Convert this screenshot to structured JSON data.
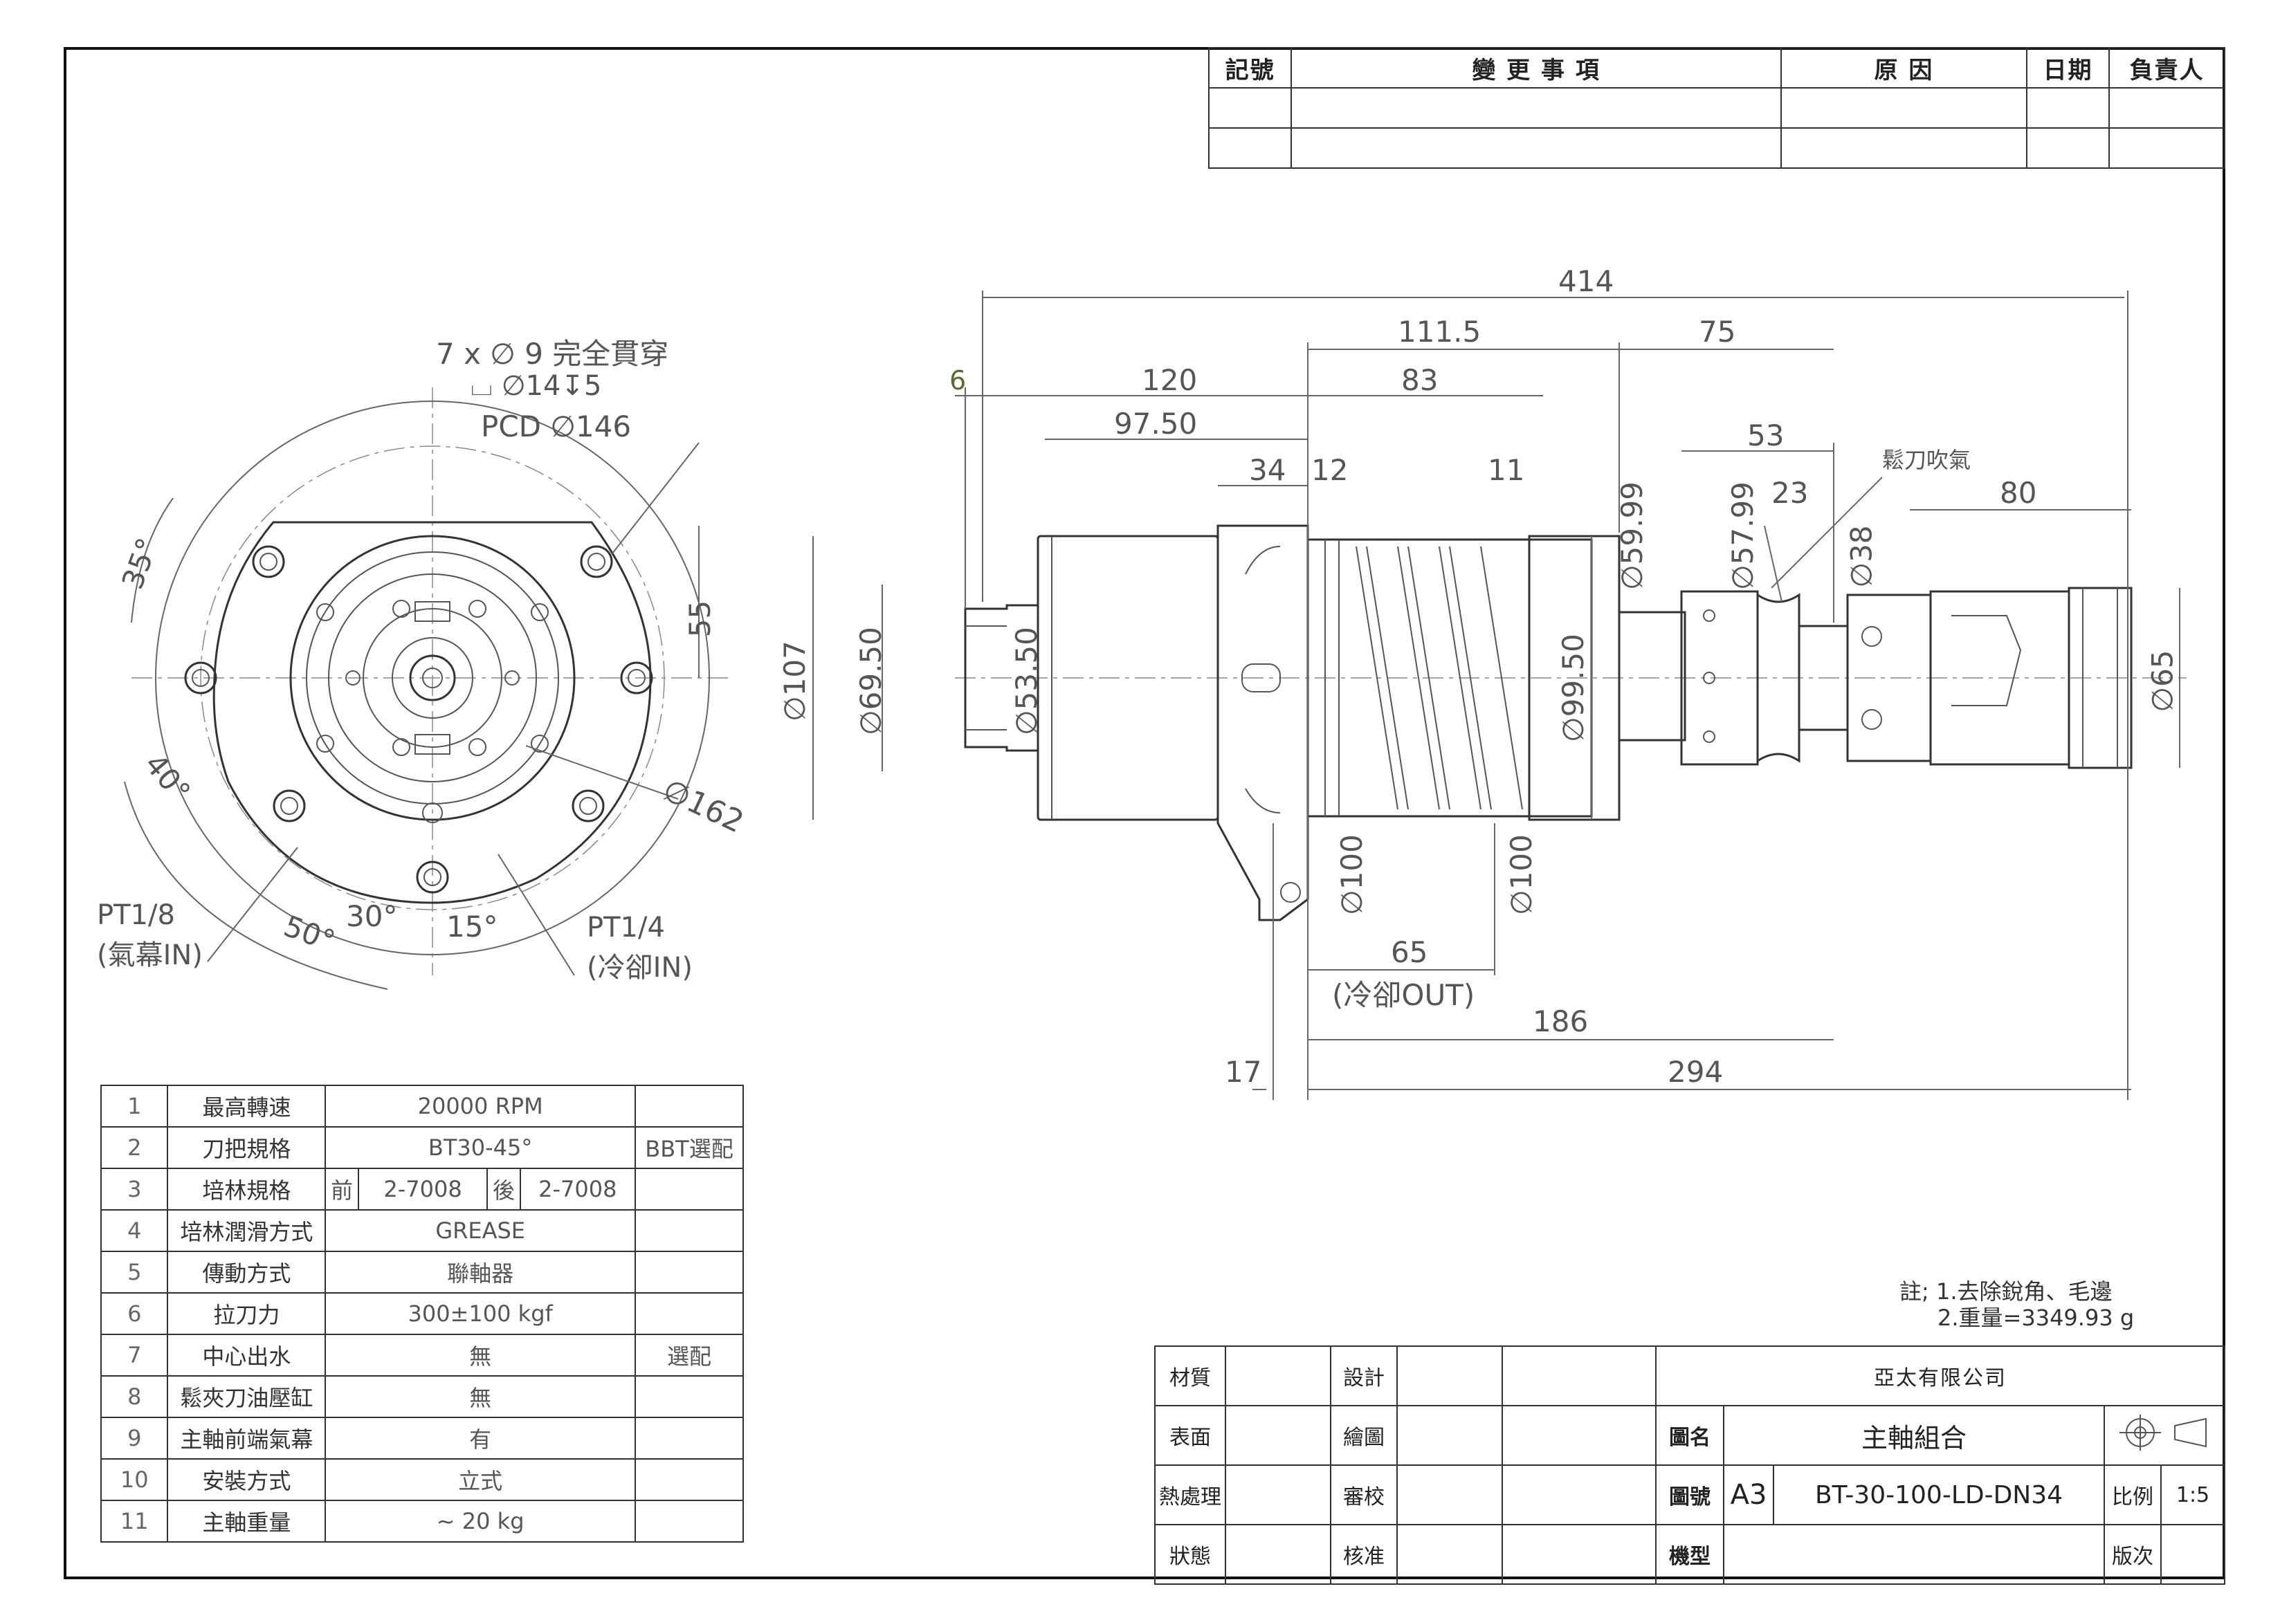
{
  "revision_table": {
    "headers": [
      "記號",
      "變 更 事 項",
      "原 因",
      "日期",
      "負責人"
    ]
  },
  "front_view": {
    "callouts": {
      "holes": "7 x ∅ 9 完全貫穿",
      "cbore": "⌴ ∅14↧5",
      "pcd": "PCD ∅146",
      "angle_35": "35°",
      "angle_40": "40°",
      "angle_50": "50°",
      "angle_30": "30°",
      "angle_15": "15°",
      "dim_55": "55",
      "dia_162": "∅162",
      "pt18": "PT1/8",
      "pt18_sub": "(氣幕IN)",
      "pt14": "PT1/4",
      "pt14_sub": "(冷卻IN)"
    }
  },
  "side_view": {
    "dims": {
      "d414": "414",
      "d111_5": "111.5",
      "d75": "75",
      "d6": "6",
      "d120": "120",
      "d83": "83",
      "d97_50": "97.50",
      "d53": "53",
      "d34": "34",
      "d12": "12",
      "d11": "11",
      "d23": "23",
      "d80": "80",
      "dia107": "∅107",
      "dia69_50": "∅69.50",
      "dia53_50": "∅53.50",
      "dia59_99": "∅59.99",
      "dia57_99": "∅57.99",
      "dia38": "∅38",
      "dia99_50": "∅99.50",
      "dia65": "∅65",
      "dia100a": "∅100",
      "dia100b": "∅100",
      "d65": "65",
      "coolant_out": "(冷卻OUT)",
      "d186": "186",
      "d17": "17",
      "d294": "294",
      "air_blow": "鬆刀吹氣"
    }
  },
  "spec_table": {
    "rows": [
      {
        "no": "1",
        "item": "最高轉速",
        "value": "20000 RPM",
        "note": ""
      },
      {
        "no": "2",
        "item": "刀把規格",
        "value": "BT30-45°",
        "note": "BBT選配"
      },
      {
        "no": "3",
        "item": "培林規格",
        "front_label": "前",
        "front": "2-7008",
        "rear_label": "後",
        "rear": "2-7008",
        "note": ""
      },
      {
        "no": "4",
        "item": "培林潤滑方式",
        "value": "GREASE",
        "note": ""
      },
      {
        "no": "5",
        "item": "傳動方式",
        "value": "聯軸器",
        "note": ""
      },
      {
        "no": "6",
        "item": "拉刀力",
        "value": "300±100 kgf",
        "note": ""
      },
      {
        "no": "7",
        "item": "中心出水",
        "value": "無",
        "note": "選配"
      },
      {
        "no": "8",
        "item": "鬆夾刀油壓缸",
        "value": "無",
        "note": ""
      },
      {
        "no": "9",
        "item": "主軸前端氣幕",
        "value": "有",
        "note": ""
      },
      {
        "no": "10",
        "item": "安裝方式",
        "value": "立式",
        "note": ""
      },
      {
        "no": "11",
        "item": "主軸重量",
        "value": "~ 20 kg",
        "note": ""
      }
    ]
  },
  "notes": {
    "line1": "註; 1.去除銳角、毛邊",
    "line2": "2.重量=3349.93 g"
  },
  "title_block": {
    "material": "材質",
    "surface": "表面",
    "heat": "熱處理",
    "state": "狀態",
    "design": "設計",
    "draw": "繪圖",
    "review": "審校",
    "approve": "核准",
    "company": "亞太有限公司",
    "name_label": "圖名",
    "name_value": "主軸組合",
    "number_label": "圖號",
    "size": "A3",
    "number_value": "BT-30-100-LD-DN34",
    "scale_label": "比例",
    "scale_value": "1:5",
    "model_label": "機型",
    "version_label": "版次"
  }
}
